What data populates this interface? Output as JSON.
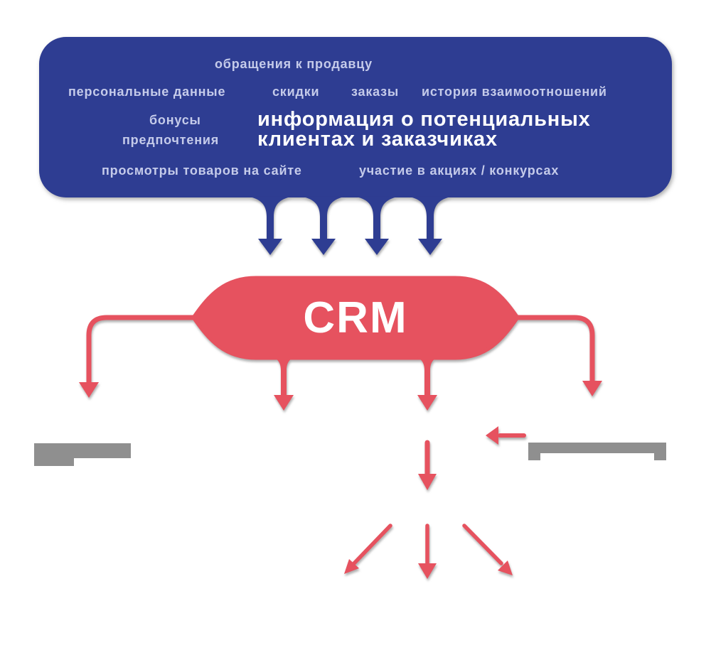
{
  "palette": {
    "blue": "#2e3d92",
    "red": "#e6525f",
    "light_text": "#c5cbea",
    "white": "#ffffff",
    "gray": "#8f8f8f"
  },
  "cloud": {
    "title": {
      "line1": "информация о потенциальных",
      "line2": "клиентах и заказчиках"
    },
    "labels": [
      {
        "text": "обращения к продавцу"
      },
      {
        "text": "персональные данные"
      },
      {
        "text": "скидки"
      },
      {
        "text": "заказы"
      },
      {
        "text": "история взаимоотношений"
      },
      {
        "text": "бонусы"
      },
      {
        "text": "предпочтения"
      },
      {
        "text": "просмотры товаров на сайте"
      },
      {
        "text": "участие в акциях / конкурсах"
      }
    ]
  },
  "crm": {
    "label": "CRM"
  }
}
